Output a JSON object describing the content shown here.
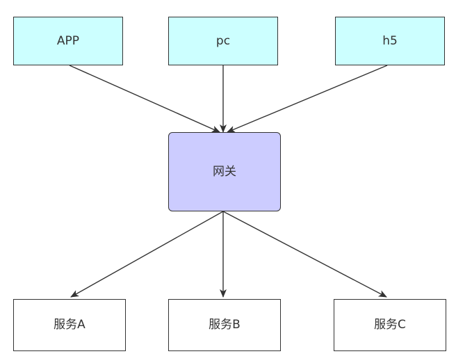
{
  "diagram": {
    "clients": [
      {
        "label": "APP"
      },
      {
        "label": "pc"
      },
      {
        "label": "h5"
      }
    ],
    "gateway": {
      "label": "网关"
    },
    "services": [
      {
        "label": "服务A"
      },
      {
        "label": "服务B"
      },
      {
        "label": "服务C"
      }
    ],
    "colors": {
      "client_fill": "#ccffff",
      "gateway_fill": "#ccccff",
      "service_fill": "#ffffff",
      "stroke": "#333333"
    }
  }
}
